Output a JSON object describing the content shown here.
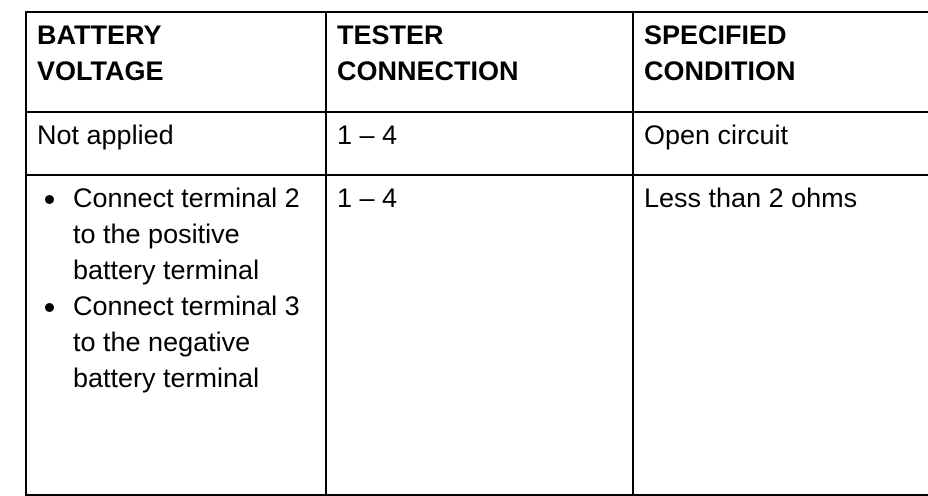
{
  "table": {
    "headers": [
      {
        "lines": [
          "BATTERY",
          "VOLTAGE"
        ]
      },
      {
        "lines": [
          "TESTER",
          "CONNECTION"
        ]
      },
      {
        "lines": [
          "SPECIFIED",
          "CONDITION"
        ]
      }
    ],
    "rows": [
      {
        "battery_voltage": "Not applied",
        "tester_connection": "1 – 4",
        "specified_condition": "Open circuit"
      },
      {
        "battery_voltage_bullets": [
          "Connect terminal 2 to the positive battery terminal",
          "Connect terminal 3 to the negative battery terminal"
        ],
        "tester_connection": "1 – 4",
        "specified_condition": "Less than 2 ohms"
      }
    ]
  },
  "colors": {
    "border": "#000000",
    "text": "#000000",
    "background": "#ffffff"
  }
}
